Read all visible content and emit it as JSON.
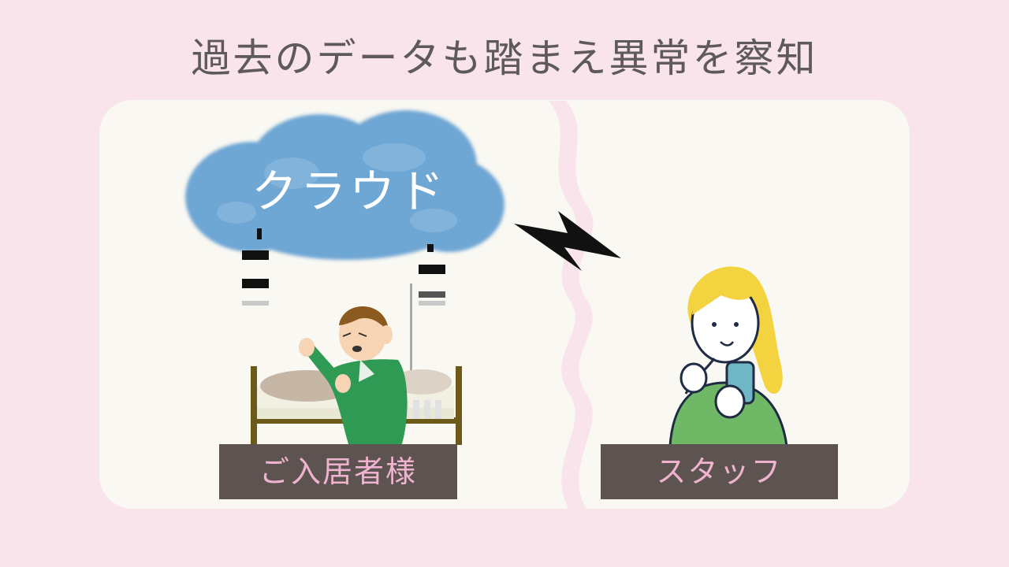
{
  "title": "過去のデータも踏まえ異常を察知",
  "cloud": {
    "label": "クラウド",
    "color": "#6ea6d4"
  },
  "labels": {
    "resident": "ご入居者様",
    "staff": "スタッフ"
  },
  "colors": {
    "background": "#f9e4ec",
    "panel": "#f9f8f2",
    "label_bg": "#5d5350",
    "label_text": "#efb3cf",
    "title_text": "#5f5a5a"
  }
}
